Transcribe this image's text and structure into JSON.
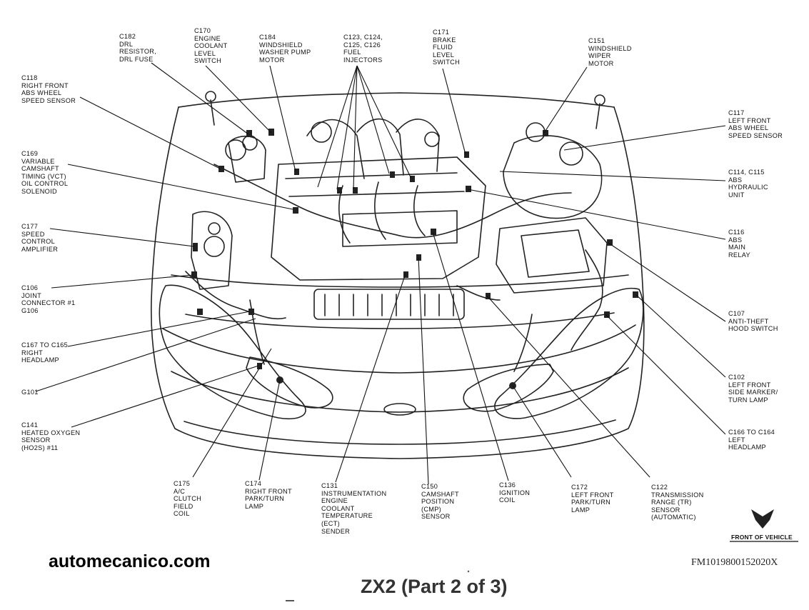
{
  "labels": {
    "c182": [
      "C182",
      "DRL",
      "RESISTOR,",
      "DRL FUSE"
    ],
    "c170": [
      "C170",
      "ENGINE",
      "COOLANT",
      "LEVEL",
      "SWITCH"
    ],
    "c184": [
      "C184",
      "WINDSHIELD",
      "WASHER PUMP",
      "MOTOR"
    ],
    "c123": [
      "C123, C124,",
      "C125, C126",
      "FUEL",
      "INJECTORS"
    ],
    "c171": [
      "C171",
      "BRAKE",
      "FLUID",
      "LEVEL",
      "SWITCH"
    ],
    "c151": [
      "C151",
      "WINDSHIELD",
      "WIPER",
      "MOTOR"
    ],
    "c118": [
      "C118",
      "RIGHT FRONT",
      "ABS WHEEL",
      "SPEED SENSOR"
    ],
    "c117": [
      "C117",
      "LEFT FRONT",
      "ABS WHEEL",
      "SPEED SENSOR"
    ],
    "c169": [
      "C169",
      "VARIABLE",
      "CAMSHAFT",
      "TIMING (VCT)",
      "OIL CONTROL",
      "SOLENOID"
    ],
    "c114": [
      "C114, C115",
      "ABS",
      "HYDRAULIC",
      "UNIT"
    ],
    "c177": [
      "C177",
      "SPEED",
      "CONTROL",
      "AMPLIFIER"
    ],
    "c116": [
      "C116",
      "ABS",
      "MAIN",
      "RELAY"
    ],
    "c106": [
      "C106",
      "JOINT",
      "CONNECTOR #1",
      "G106"
    ],
    "c107": [
      "C107",
      "ANTI-THEFT",
      "HOOD SWITCH"
    ],
    "c167": [
      "C167 TO C165",
      "RIGHT",
      "HEADLAMP"
    ],
    "c102": [
      "C102",
      "LEFT FRONT",
      "SIDE MARKER/",
      "TURN LAMP"
    ],
    "g101": [
      "G101"
    ],
    "c141": [
      "C141",
      "HEATED OXYGEN",
      "SENSOR",
      "(HO2S) #11"
    ],
    "c166": [
      "C166 TO C164",
      "LEFT",
      "HEADLAMP"
    ],
    "c175": [
      "C175",
      "A/C",
      "CLUTCH",
      "FIELD",
      "COIL"
    ],
    "c174": [
      "C174",
      "RIGHT FRONT",
      "PARK/TURN",
      "LAMP"
    ],
    "c131": [
      "C131",
      "INSTRUMENTATION",
      "ENGINE",
      "COOLANT",
      "TEMPERATURE",
      "(ECT)",
      "SENDER"
    ],
    "c150": [
      "C150",
      "CAMSHAFT",
      "POSITION",
      "(CMP)",
      "SENSOR"
    ],
    "c136": [
      "C136",
      "IGNITION",
      "COIL"
    ],
    "c172": [
      "C172",
      "LEFT FRONT",
      "PARK/TURN",
      "LAMP"
    ],
    "c122": [
      "C122",
      "TRANSMISSION",
      "RANGE (TR)",
      "SENSOR",
      "(AUTOMATIC)"
    ]
  },
  "front_of_vehicle": "FRONT OF VEHICLE",
  "website": "automecanico.com",
  "figure_code": "FM1019800152020X",
  "title": "ZX2 (Part 2 of 3)"
}
